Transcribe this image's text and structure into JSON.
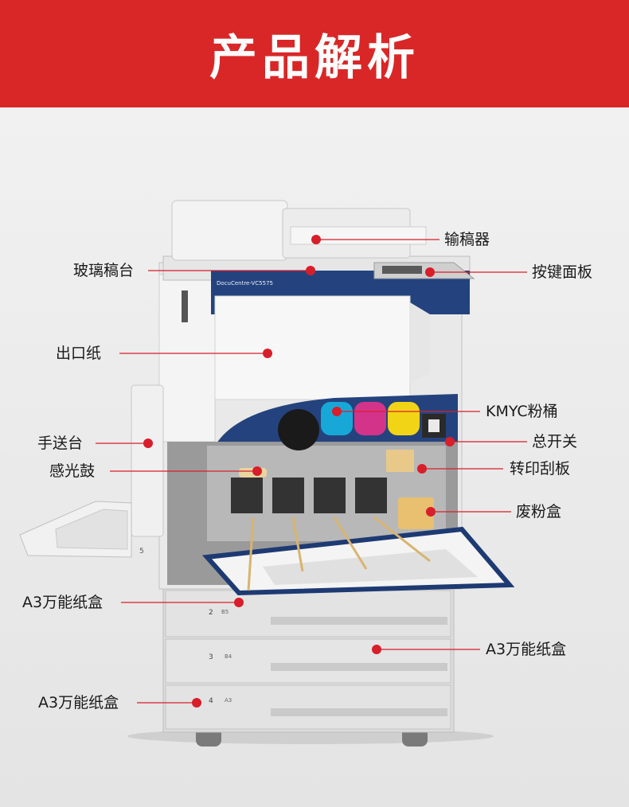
{
  "banner": {
    "title": "产品解析"
  },
  "brand": {
    "model": "DocuCentre-VC5575"
  },
  "tray_marks": {
    "t2": "2",
    "t2_size": "B5",
    "t3": "3",
    "t3_size": "B4",
    "t4": "4",
    "t4_size": "A3",
    "bypass": "5"
  },
  "callouts": {
    "document_feeder": "输稿器",
    "platen_glass": "玻璃稿台",
    "control_panel": "按键面板",
    "output_tray": "出口纸",
    "toner": "KMYC粉桶",
    "bypass_tray": "手送台",
    "main_switch": "总开关",
    "drum": "感光鼓",
    "transfer_blade": "转印刮板",
    "waste_box": "废粉盒",
    "tray2": "A3万能纸盒",
    "tray3": "A3万能纸盒",
    "tray4": "A3万能纸盒"
  },
  "colors": {
    "banner": "#d92727",
    "marker": "#d81e2a",
    "panel_blue": "#1e3a73",
    "cyan": "#18a8d8",
    "magenta": "#d4338a",
    "yellow": "#f2d416"
  }
}
